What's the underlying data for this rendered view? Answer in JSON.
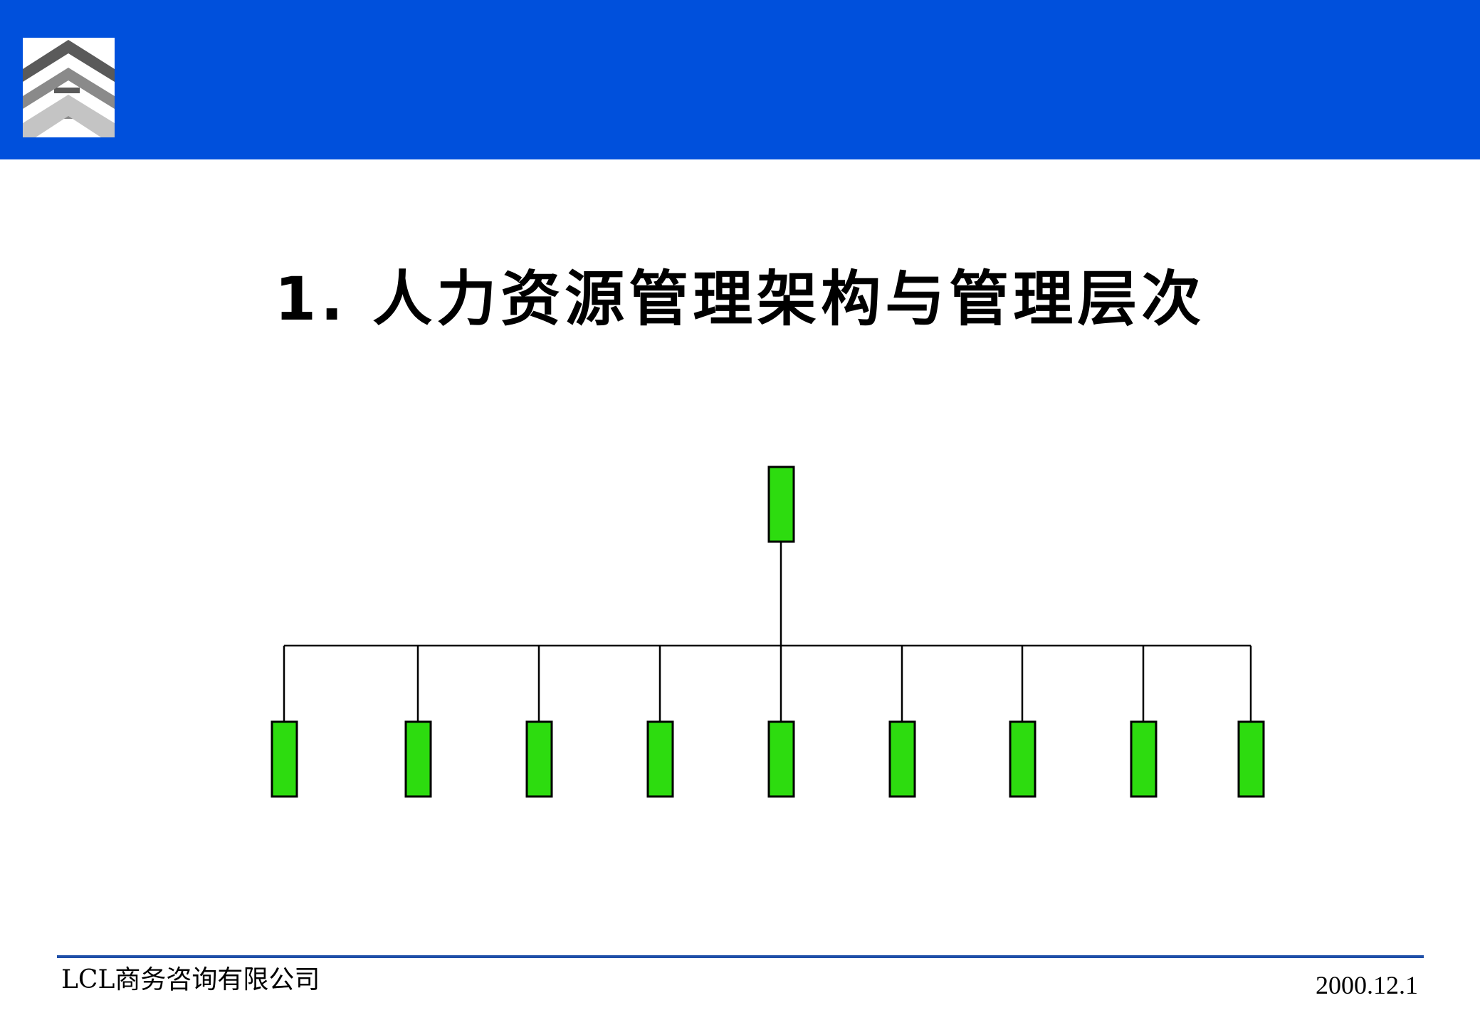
{
  "slide": {
    "title": "1. 人力资源管理架构与管理层次",
    "footer": {
      "company": "LCL商务咨询有限公司",
      "date": "2000.12.1"
    }
  },
  "colors": {
    "header_band": "#0050dc",
    "node_fill": "#2ddc0f",
    "node_stroke": "#000000",
    "footer_rule": "#1f4fa8"
  },
  "icons": {
    "logo": "stacked-chevrons-logo-icon"
  },
  "diagram": {
    "type": "org-chart",
    "root_count": 1,
    "child_count": 9
  }
}
